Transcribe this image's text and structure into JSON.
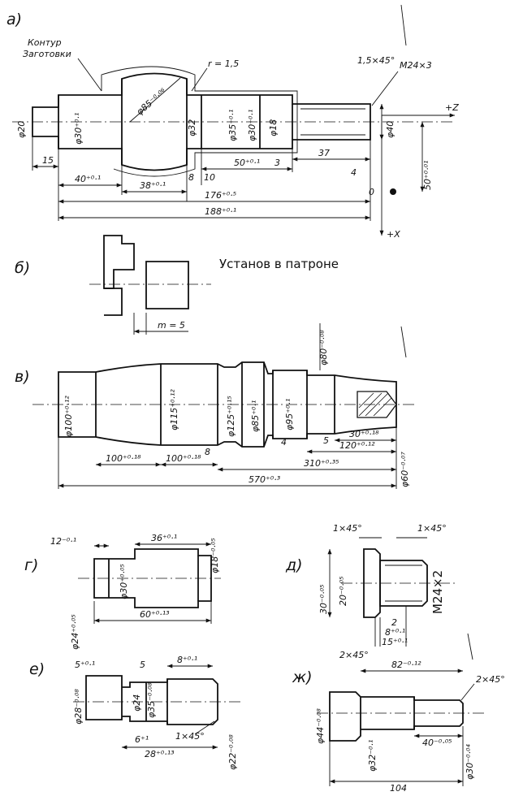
{
  "sheet": {
    "view_labels": [
      "а)",
      "б)",
      "в)",
      "г)",
      "д)",
      "е)",
      "ж)"
    ],
    "a": {
      "blank_contour": "Контур\nЗаготовки",
      "dims": {
        "d20": "φ20",
        "d30": "φ30⁺⁰·¹",
        "d85": "φ85⁻⁰·⁰⁶",
        "d40": "φ40",
        "d35": "φ35⁺⁰·¹",
        "d30b": "φ30⁺⁰·¹",
        "d18": "φ18",
        "d32": "φ32",
        "r": "r = 1,5",
        "chamfer": "1,5×45°",
        "thread": "M24×3",
        "l15": "15",
        "l40": "40⁺⁰·¹",
        "l38": "38⁺⁰·¹",
        "l8": "8",
        "l10": "10",
        "l50": "50⁺⁰·¹",
        "l3": "3",
        "l37": "37",
        "l4": "4",
        "l176": "176⁺⁰·⁵",
        "l188": "188⁺⁰·¹",
        "r50": "50⁺⁰·⁰¹",
        "zero": "0",
        "axis_z": "+Z",
        "axis_x": "+X"
      }
    },
    "b": {
      "title": "Установ в патроне",
      "m": "m = 5"
    },
    "v": {
      "dims": {
        "d100": "φ100⁺⁰·¹²",
        "d115": "φ115⁺⁰·¹²",
        "d125": "φ125⁺⁰·¹⁵",
        "d85": "φ85⁺⁰·¹",
        "d95": "φ95⁺⁰·¹",
        "d80": "φ80⁻⁰·⁰⁸",
        "d60": "φ60⁻⁰·⁰⁷",
        "l100a": "100⁺⁰·¹⁸",
        "l100b": "100⁺⁰·¹⁸",
        "l8": "8",
        "l4": "4",
        "l5": "5",
        "l30": "30⁺⁰·¹⁸",
        "l120": "120⁺⁰·¹²",
        "l310": "310⁺⁰·³⁵",
        "l570": "570⁺⁰·³"
      }
    },
    "g": {
      "dims": {
        "l12": "12⁻⁰·¹",
        "l36": "36⁺⁰·¹",
        "d18": "φ18⁻⁰·⁰⁵",
        "d30": "φ30⁺⁰·⁰⁵",
        "d24": "φ24⁺⁰·⁰⁵",
        "l60": "60⁺⁰·¹³"
      }
    },
    "d": {
      "dims": {
        "ch1": "1×45°",
        "ch2": "1×45°",
        "d30": "30⁻⁰·⁰⁵",
        "d20": "20⁻⁰·⁰⁵",
        "m24": "M24×2",
        "l2": "2",
        "l8": "8⁺⁰·¹",
        "l15": "15⁺⁰·¹"
      }
    },
    "e": {
      "dims": {
        "l5": "5⁺⁰·¹",
        "l5b": "5",
        "l8": "8⁺⁰·¹",
        "d28": "φ28⁻⁰·⁰⁸",
        "d24": "φ24",
        "d35": "φ35⁻⁰·⁰⁸",
        "l6": "6⁺¹",
        "ch": "1×45°",
        "l28": "28⁺⁰·¹³",
        "d22": "φ22⁻⁰·⁰⁸"
      }
    },
    "zh": {
      "dims": {
        "ch1": "2×45°",
        "l82": "82⁻⁰·¹²",
        "ch2": "2×45°",
        "d44": "φ44⁻⁰·⁰⁸",
        "d32": "φ32⁻⁰·¹",
        "l40": "40⁻⁰·⁰⁵",
        "d30": "φ30⁻⁰·⁰⁴",
        "l104": "104"
      }
    }
  }
}
